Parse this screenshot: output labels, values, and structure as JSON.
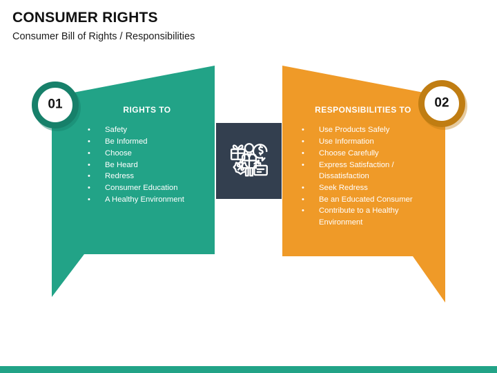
{
  "header": {
    "title": "CONSUMER RIGHTS",
    "subtitle": "Consumer Bill of Rights / Responsibilities"
  },
  "colors": {
    "green": "#22a387",
    "green_dark": "#17806a",
    "orange": "#ef9a28",
    "orange_dark": "#c07d12",
    "navy": "#333f4f",
    "white": "#ffffff",
    "text_dark": "#111111"
  },
  "panels": [
    {
      "badge": "01",
      "heading": "RIGHTS TO",
      "accent": "#22a387",
      "items": [
        "Safety",
        "Be Informed",
        "Choose",
        "Be Heard",
        "Redress",
        "Consumer Education",
        "A Healthy Environment"
      ]
    },
    {
      "badge": "02",
      "heading": "RESPONSIBILITIES TO",
      "accent": "#ef9a28",
      "items": [
        "Use Products Safely",
        "Use Information",
        "Choose Carefully",
        "Express Satisfaction / Dissatisfaction",
        "Seek Redress",
        "Be an Educated Consumer",
        "Contribute to a Healthy Environment"
      ]
    }
  ],
  "center_icon": {
    "name": "consumer-shopping-icon",
    "parts": [
      "gift-box",
      "person",
      "dollar-circle",
      "percent-badge",
      "receipt-card"
    ]
  }
}
